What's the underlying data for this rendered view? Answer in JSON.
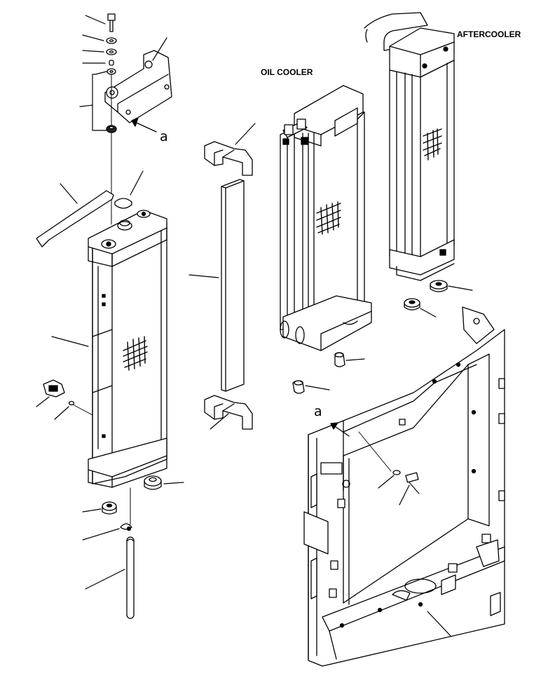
{
  "labels": {
    "aftercooler": "AFTERCOOLER",
    "oil_cooler": "OIL COOLER"
  },
  "refs": {
    "a_top": "a",
    "a_frame": "a"
  }
}
